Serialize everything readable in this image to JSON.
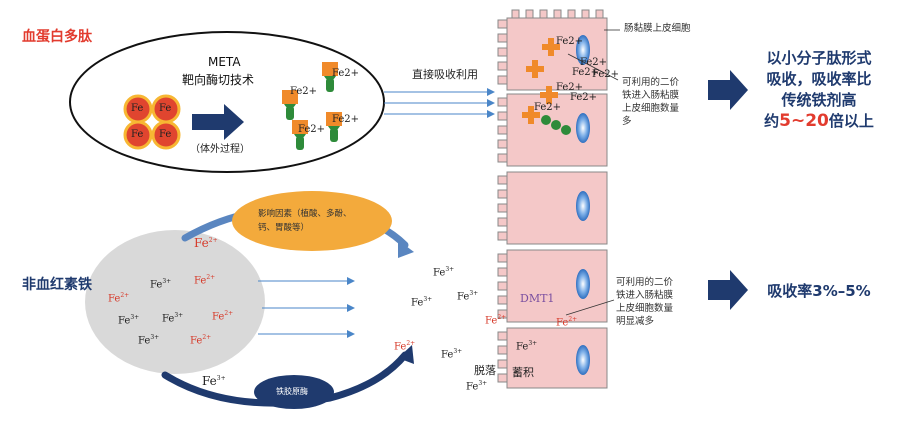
{
  "labels": {
    "heme": "血蛋白多肽",
    "nonheme": "非血红素铁",
    "meta_line1": "META",
    "meta_line2": "靶向酶切技术",
    "in_vitro": "（体外过程）",
    "direct": "直接吸收利用",
    "cell_label": "肠黏膜上皮细胞",
    "note_top": [
      "可利用的二价",
      "铁进入肠粘膜",
      "上皮细胞数量",
      "多"
    ],
    "note_bottom": [
      "可利用的二价",
      "铁进入肠粘膜",
      "上皮细胞数量",
      "明显减多"
    ],
    "factor": [
      "影响因素（植酸、多酚、",
      "钙、胃酸等）"
    ],
    "ferri_reductase": "铁胶原酶",
    "dmt1": "DMT1",
    "shed": "脱落",
    "store": "蓄积"
  },
  "result_top": {
    "line1": "以小分子肽形式",
    "line2": "吸收，吸收率比",
    "line3": "传统铁剂高",
    "line4_pre": "约",
    "line4_hl": "5~20",
    "line4_post": "倍以上"
  },
  "result_bottom": "吸收率3%–5%",
  "ions": {
    "fe": "Fe",
    "fe2plus": "Fe2+",
    "fe2": "Fe",
    "sup2": "2+",
    "sup3": "3+"
  },
  "colors": {
    "accent_blue": "#1f3a6e",
    "red": "#e23b2e",
    "cell_pink": "#f4c8c8",
    "orange": "#f0a43a",
    "arrow_blue": "#4a86c8"
  }
}
